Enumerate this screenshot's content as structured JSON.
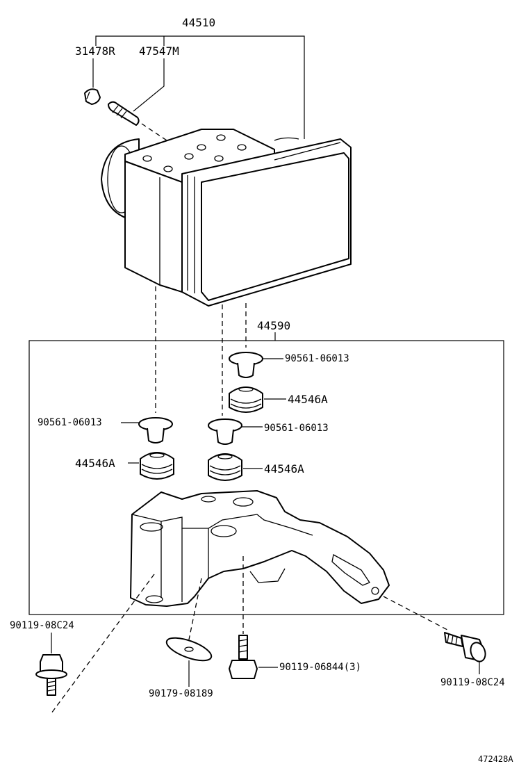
{
  "diagram": {
    "assembly_top": "44510",
    "part_31478R": "31478R",
    "part_47547M": "47547M",
    "bracket_assy": "44590",
    "grommet_90561_a": "90561-06013",
    "grommet_90561_b": "90561-06013",
    "grommet_90561_c": "90561-06013",
    "cushion_44546A_a": "44546A",
    "cushion_44546A_b": "44546A",
    "cushion_44546A_c": "44546A",
    "bolt_left": "90119-08C24",
    "bolt_right": "90119-08C24",
    "washer": "90179-08189",
    "bolt_center": "90119-06844(3)",
    "drawing_id": "472428A"
  }
}
